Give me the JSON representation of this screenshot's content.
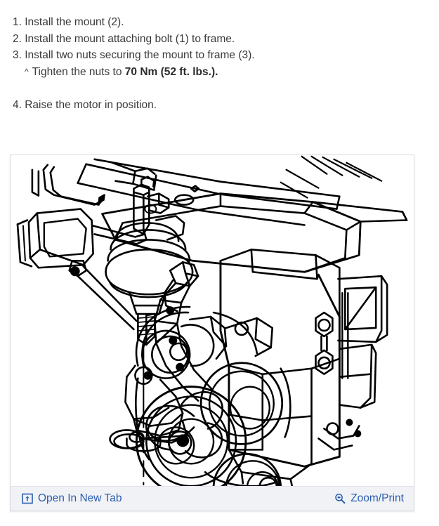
{
  "instructions": {
    "steps": [
      "1. Install the mount (2).",
      "2. Install the mount attaching bolt (1) to frame.",
      "3. Install two nuts securing the mount to frame (3)."
    ],
    "substep": {
      "marker": "^",
      "text_plain": "Tighten the nuts to ",
      "text_bold": "70 Nm (52 ft. lbs.)."
    },
    "final_step": "4. Raise the motor in position."
  },
  "figure": {
    "alt_description": "Line-art diagram of engine mount, frame rail, and accessory belt drive pulleys",
    "toolbar": {
      "open_new_tab": {
        "label": "Open In New Tab",
        "icon": "external-link-icon"
      },
      "zoom_print": {
        "label": "Zoom/Print",
        "icon": "magnifier-plus-icon"
      }
    }
  },
  "colors": {
    "link": "#2a5db0",
    "text": "#3a3a3a",
    "toolbar_bg": "#f1f2f6",
    "card_border": "#dcdcdc",
    "line_art": "#000000"
  }
}
